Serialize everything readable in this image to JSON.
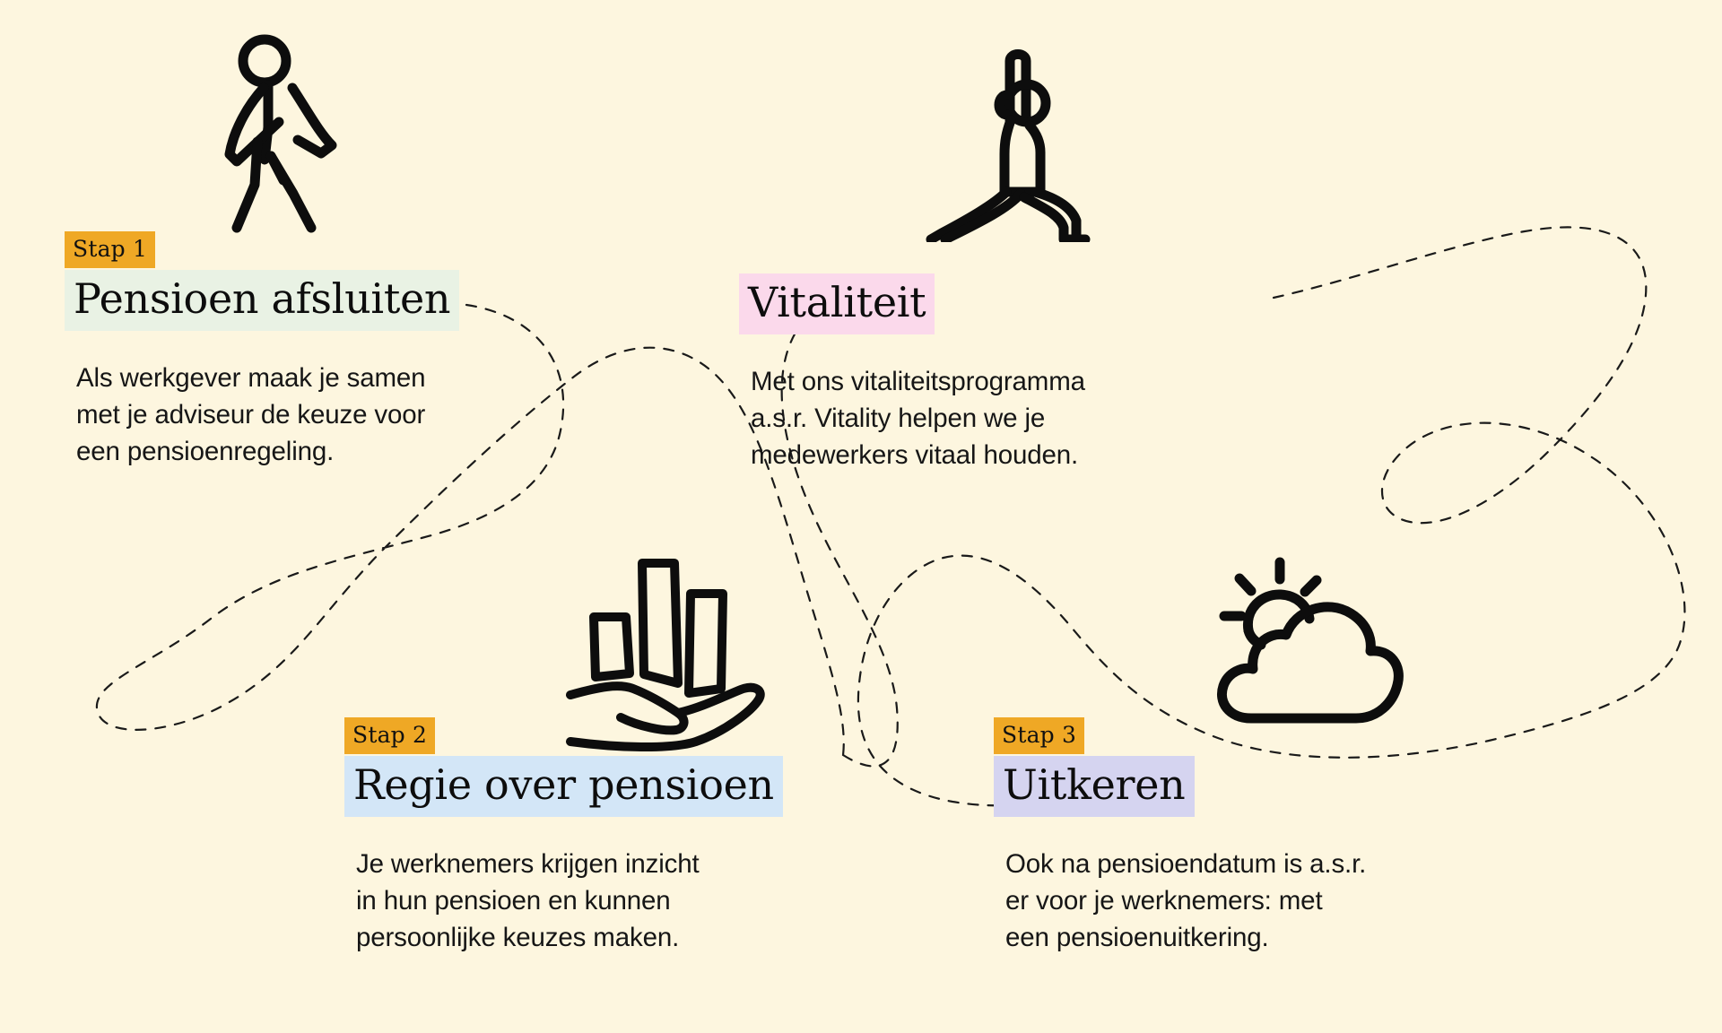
{
  "theme": {
    "background": "#FDF6DF",
    "ink": "#0D0D0D",
    "badge_bg": "#EFA825",
    "highlight_green": "#E9F2E4",
    "highlight_blue": "#D3E6F7",
    "highlight_pink": "#FBD9EB",
    "highlight_purple": "#D5D4F0"
  },
  "steps": [
    {
      "id": "step1",
      "badge": "Stap 1",
      "title": "Pensioen afsluiten",
      "body": "Als werkgever maak je samen\nmet je adviseur de keuze voor\neen pensioenregeling.",
      "icon": "walking-person-icon",
      "highlight": "#E9F2E4"
    },
    {
      "id": "step2",
      "badge": "Stap 2",
      "title": "Regie over pensioen",
      "body": "Je werknemers krijgen inzicht\nin hun pensioen en kunnen\npersoonlijke keuzes maken.",
      "icon": "hand-holding-bars-icon",
      "highlight": "#D3E6F7"
    },
    {
      "id": "vitaliteit",
      "badge": "",
      "title": "Vitaliteit",
      "body": "Met ons vitaliteitsprogramma\na.s.r. Vitality helpen we je\nmedewerkers vitaal houden.",
      "icon": "yoga-warrior-pose-icon",
      "highlight": "#FBD9EB"
    },
    {
      "id": "step3",
      "badge": "Stap 3",
      "title": "Uitkeren",
      "body": "Ook na pensioendatum is a.s.r.\ner voor je werknemers: met\neen pensioenuitkering.",
      "icon": "sun-behind-cloud-icon",
      "highlight": "#D5D4F0"
    }
  ],
  "connector": {
    "style": "dashed",
    "color": "#1A1A1A",
    "description": "looping dashed line linking the four steps"
  }
}
